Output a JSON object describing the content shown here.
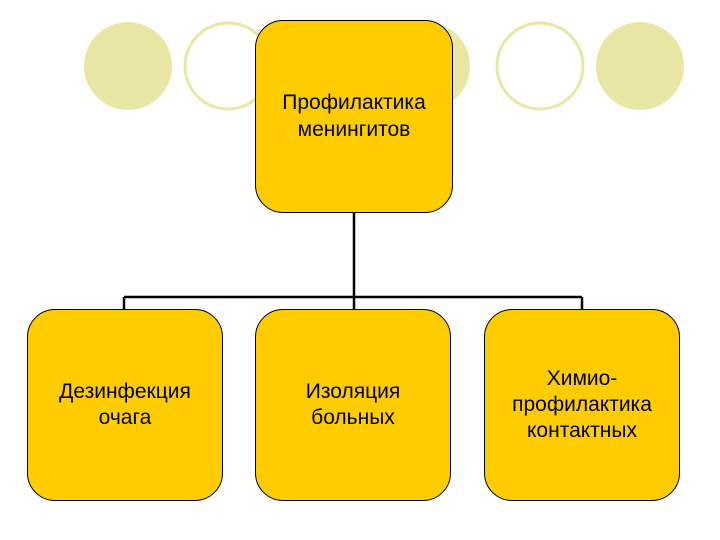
{
  "diagram": {
    "root": {
      "label": "Профилактика\nменингитов"
    },
    "children": [
      {
        "label": "Дезинфекция\nочага"
      },
      {
        "label": "Изоляция\nбольных"
      },
      {
        "label": "Химио-\nпрофилактика\nконтактных"
      }
    ]
  },
  "colors": {
    "box_fill": "#ffcc00",
    "box_border": "#000000",
    "decor_filled": "#e9e7a6",
    "decor_outline": "#e9e7a6"
  }
}
